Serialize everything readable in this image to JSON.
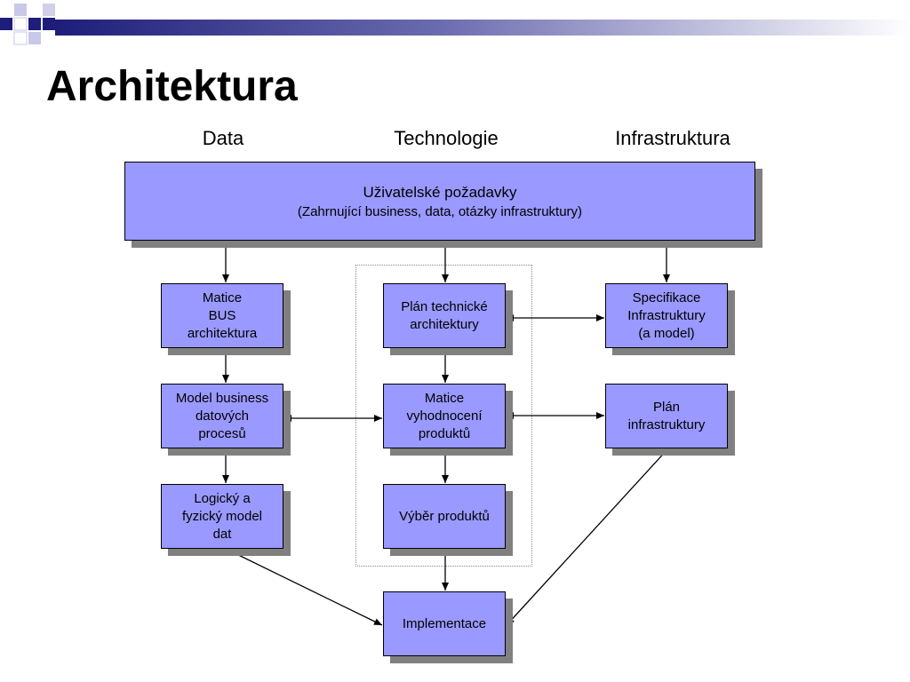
{
  "slide": {
    "title": "Architektura"
  },
  "columns": {
    "data": "Data",
    "technology": "Technologie",
    "infrastructure": "Infrastruktura"
  },
  "boxes": {
    "requirements": {
      "line1": "Uživatelské požadavky",
      "line2": "(Zahrnující business, data, otázky infrastruktury)"
    },
    "bus_matrix": {
      "line1": "Matice",
      "line2": "BUS",
      "line3": "architektura"
    },
    "tech_plan": {
      "line1": "Plán technické",
      "line2": "architektury"
    },
    "infra_spec": {
      "line1": "Specifikace",
      "line2": "Infrastruktury",
      "line3": "(a model)"
    },
    "business_model": {
      "line1": "Model business",
      "line2": "datových",
      "line3": "procesů"
    },
    "eval_matrix": {
      "line1": "Matice",
      "line2": "vyhodnocení",
      "line3": "produktů"
    },
    "infra_plan": {
      "line1": "Plán",
      "line2": "infrastruktury"
    },
    "logical_model": {
      "line1": "Logický a",
      "line2": "fyzický model",
      "line3": "dat"
    },
    "product_selection": {
      "line1": "Výběr produktů"
    },
    "implementation": {
      "line1": "Implementace"
    }
  },
  "colors": {
    "box_fill": "#9999ff",
    "shadow": "#808080",
    "header_blue": "#1e1e7a"
  }
}
